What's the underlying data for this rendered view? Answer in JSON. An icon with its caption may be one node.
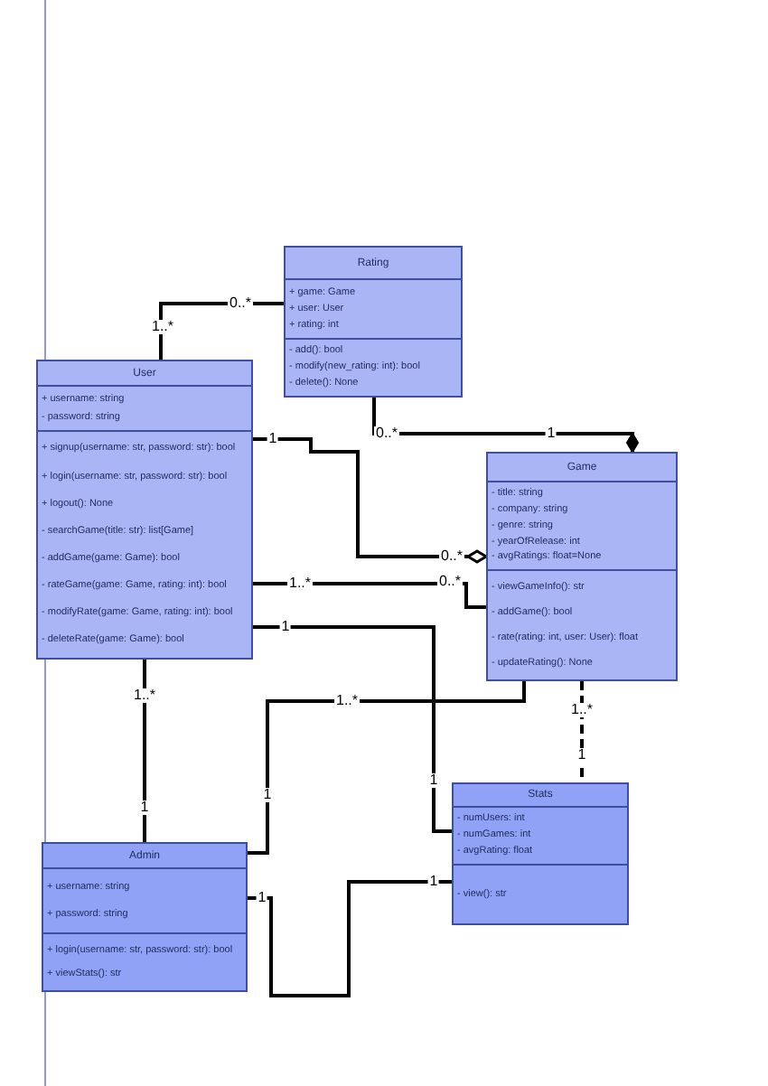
{
  "diagram": {
    "nodes": [
      {
        "text": [
          "Rating"
        ]
      },
      {
        "text": [
          "+ game: Game",
          "+ user: User",
          "+ rating: int"
        ],
        "in": 0
      },
      {
        "text": [
          "- add(): bool",
          "- modify(new_rating: int): bool",
          "- delete(): None"
        ],
        "in": 0
      },
      {
        "text": [
          "User"
        ]
      },
      {
        "text": [
          "+ username: string",
          "- password: string"
        ],
        "in": 3
      },
      {
        "text": [
          "+ signup(username: str, password: str): bool",
          "+ login(username: str, password: str): bool",
          "+ logout(): None",
          "- searchGame(title: str): list[Game]",
          "- addGame(game: Game): bool",
          "- rateGame(game: Game, rating: int): bool",
          "- modifyRate(game: Game, rating: int): bool",
          "- deleteRate(game: Game): bool"
        ],
        "in": 3
      },
      {
        "text": [
          "Game"
        ]
      },
      {
        "text": [
          "- title: string",
          "- company: string",
          "- genre: string",
          "- yearOfRelease: int",
          "- avgRatings: float=None"
        ],
        "in": 6
      },
      {
        "text": [
          "- viewGameInfo(): str",
          "- addGame(): bool",
          "- rate(rating: int, user: User): float",
          "- updateRating(): None"
        ],
        "in": 6
      },
      {
        "text": [
          "Stats"
        ]
      },
      {
        "text": [
          "- numUsers: int",
          "- numGames: int",
          "- avgRating: float"
        ],
        "in": 9
      },
      {
        "text": [
          "- view(): str"
        ],
        "in": 9
      },
      {
        "text": [
          "Admin"
        ]
      },
      {
        "text": [
          "+ username: string",
          "+ password: string"
        ],
        "in": 12
      },
      {
        "text": [
          "+ login(username: str, password: str): bool",
          "+ viewStats(): str"
        ],
        "in": 12
      }
    ],
    "edges": [
      {
        "from": 3,
        "to": 0,
        "arrow": "none"
      },
      {
        "from": 0,
        "to": 6,
        "arrow": "other"
      },
      {
        "from": 3,
        "to": 6,
        "arrow": "other"
      },
      {
        "from": 3,
        "to": 6,
        "arrow": "none"
      },
      {
        "from": 3,
        "to": 9,
        "arrow": "none"
      },
      {
        "from": 3,
        "to": 12,
        "arrow": "none"
      },
      {
        "from": 12,
        "to": 6,
        "arrow": "none"
      },
      {
        "from": 6,
        "to": 9,
        "arrow": "none",
        "style": "dashed"
      },
      {
        "from": 12,
        "to": 9,
        "arrow": "none"
      }
    ],
    "labels": [
      "0..*",
      "1..*",
      "0..*",
      "1",
      "1",
      "0..*",
      "0..*",
      "1..*",
      "1",
      "1..*",
      "1..*",
      "1..*",
      "1",
      "1",
      "1",
      "1",
      "1",
      "1"
    ]
  }
}
